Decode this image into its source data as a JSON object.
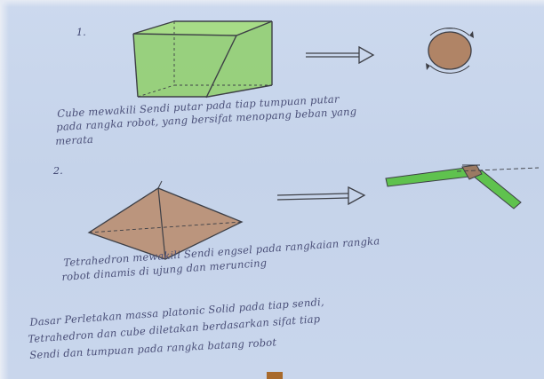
{
  "sections": [
    {
      "number": "1.",
      "caption_lines": [
        "Cube mewakili Sendi putar pada tiap tumpuan putar",
        "pada rangka robot, yang bersifat menopang beban yang",
        "merata"
      ]
    },
    {
      "number": "2.",
      "caption_lines": [
        "Tetrahedron mewakili Sendi engsel pada rangkaian rangka",
        "robot dinamis di ujung dan meruncing"
      ]
    }
  ],
  "conclusion_lines": [
    "Dasar Perletakan massa platonic Solid pada tiap sendi,",
    "Tetrahedron dan cube diletakan berdasarkan sifat tiap",
    "Sendi dan tumpuan pada rangka batang robot"
  ],
  "colors": {
    "cube_fill": "#8fcf6a",
    "tetra_fill": "#b88a6a",
    "joint_fill": "#b08466",
    "arm_fill": "#5fc24e",
    "ink": "#3d3f46"
  }
}
